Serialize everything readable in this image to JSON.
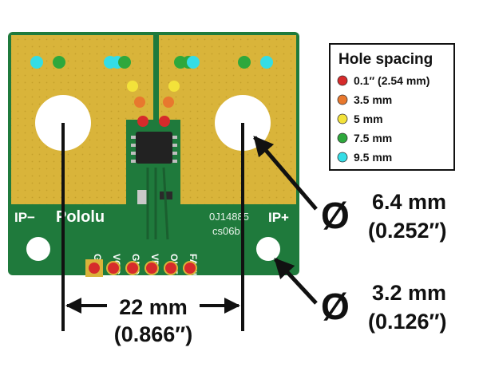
{
  "board": {
    "brand": "Pololu",
    "terminal_left": "IP−",
    "terminal_right": "IP+",
    "code_line1": "0J14885",
    "code_line2": "cs06b",
    "pin_labels": [
      "GND",
      "VOC",
      "GND",
      "VDD",
      "OUT",
      "FAULT"
    ],
    "colors": {
      "board": "#1f7a3c",
      "pad": "#d9b43a",
      "hole": "#ffffff",
      "chip": "#222222"
    }
  },
  "legend": {
    "title": "Hole spacing",
    "items": [
      {
        "label": "0.1″ (2.54 mm)",
        "color": "#d62b2b"
      },
      {
        "label": "3.5 mm",
        "color": "#e8782e"
      },
      {
        "label": "5 mm",
        "color": "#f3e23a"
      },
      {
        "label": "7.5 mm",
        "color": "#2ea83c"
      },
      {
        "label": "9.5 mm",
        "color": "#34dde6"
      }
    ]
  },
  "dimensions": {
    "large_hole": {
      "symbol": "Ø",
      "metric": "6.4 mm",
      "imperial": "(0.252″)"
    },
    "small_hole": {
      "symbol": "Ø",
      "metric": "3.2 mm",
      "imperial": "(0.126″)"
    },
    "spacing": {
      "metric": "22 mm",
      "imperial": "(0.866″)"
    }
  }
}
